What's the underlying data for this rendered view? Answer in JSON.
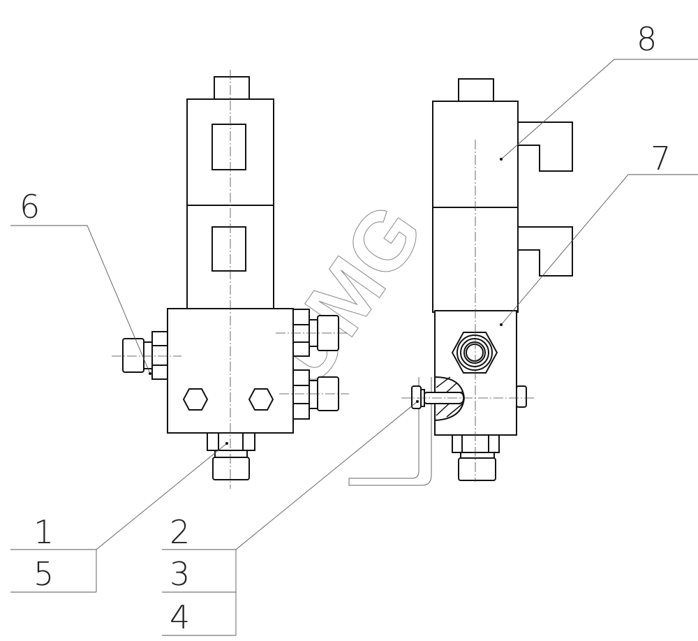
{
  "drawing": {
    "watermark": "UMG",
    "labels": {
      "p1": "1",
      "p2": "2",
      "p3": "3",
      "p4": "4",
      "p5": "5",
      "p6": "6",
      "p7": "7",
      "p8": "8"
    }
  }
}
